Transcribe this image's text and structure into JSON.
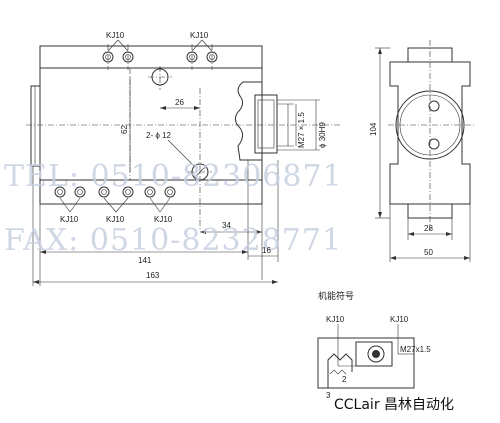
{
  "front_view": {
    "port_label_top_left": "KJ10",
    "port_label_top_right": "KJ10",
    "port_label_bottom_left": "KJ10",
    "port_label_bottom_mid": "KJ10",
    "port_label_bottom_right": "KJ10",
    "dim_26": "26",
    "dim_62": "62",
    "dim_holes": "2- ϕ 12",
    "dim_thread": "M27 × 1.5",
    "dim_bore": "ϕ 30H9",
    "dim_34": "34",
    "dim_141": "141",
    "dim_16": "16",
    "dim_163": "163"
  },
  "side_view": {
    "dim_104": "104",
    "dim_28": "28",
    "dim_50": "50"
  },
  "symbol": {
    "title": "机能符号",
    "port_left": "KJ10",
    "port_right": "KJ10",
    "thread": "M27x1.5",
    "number_3": "3",
    "number_2": "2"
  },
  "watermark": {
    "tel": "TEL: 0510-82306871",
    "fax": "FAX: 0510-82328771"
  },
  "brand": {
    "text": "CCLair 昌林自动化"
  }
}
